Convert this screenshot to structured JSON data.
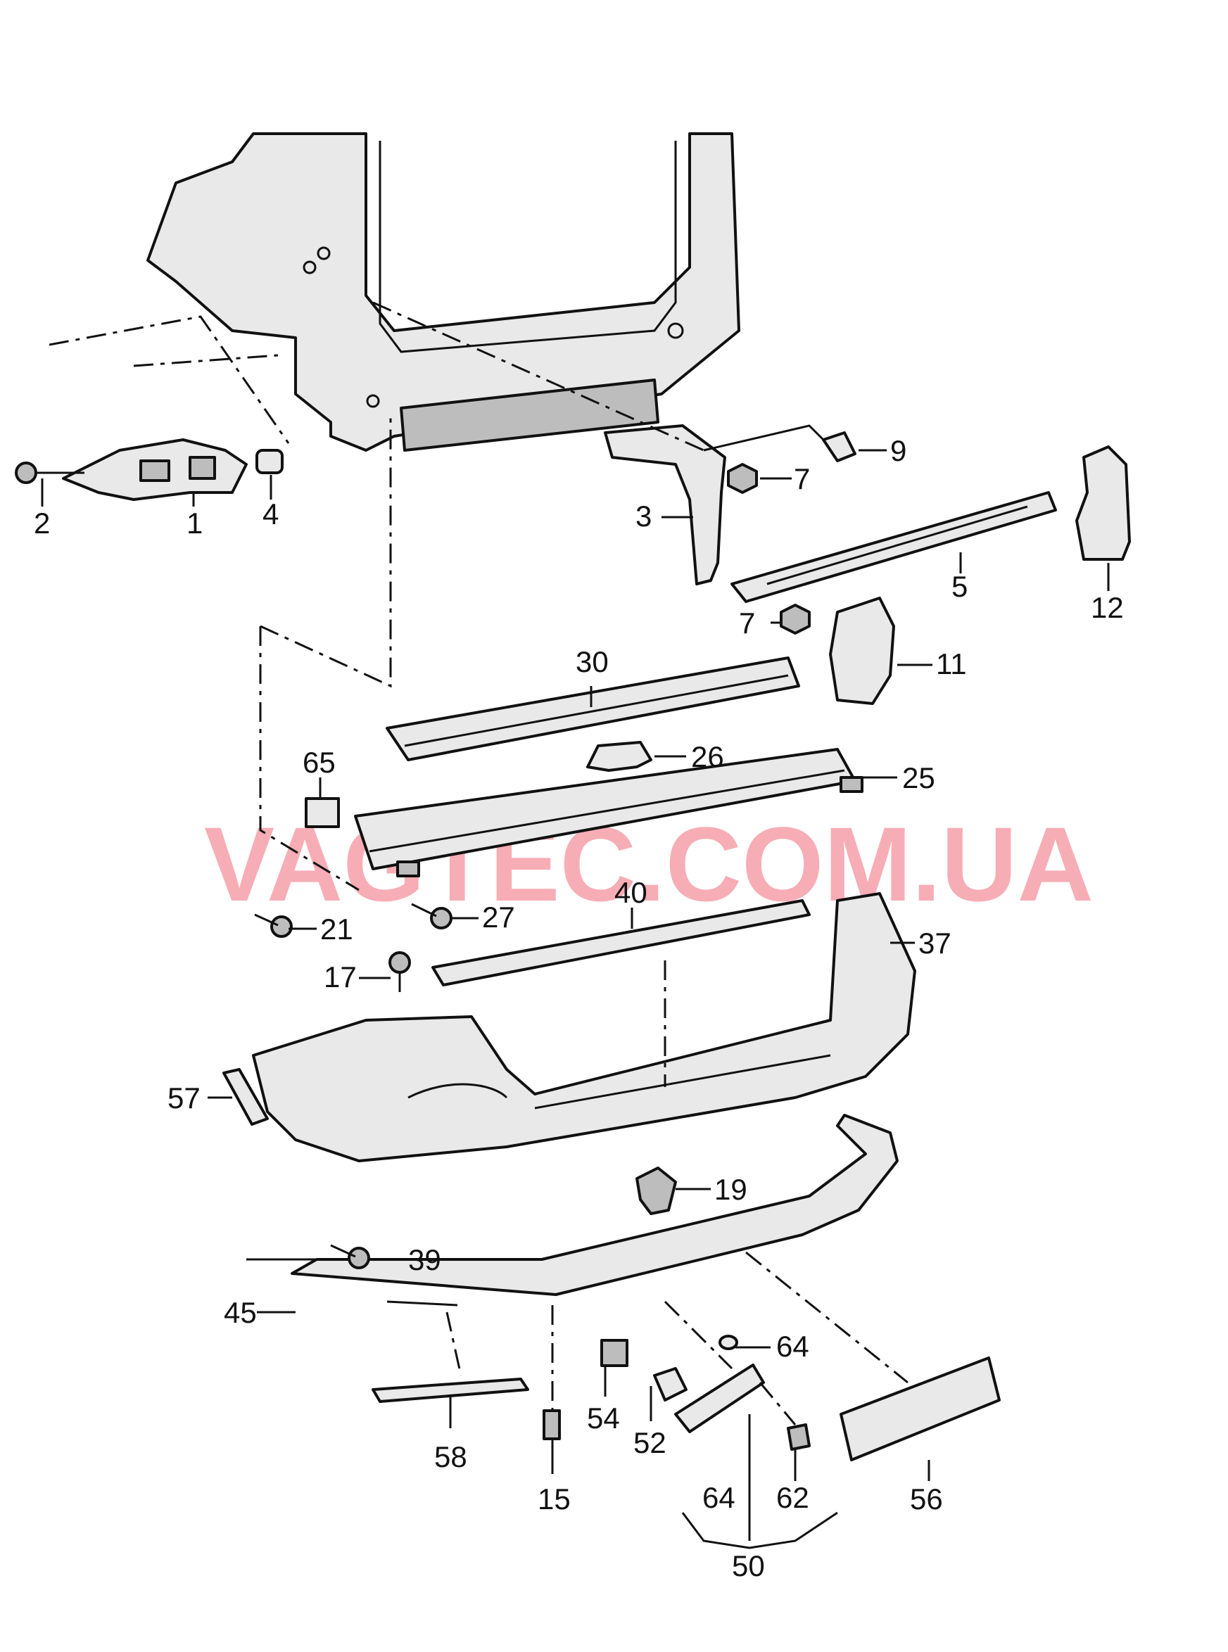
{
  "watermark": "VAGTEC.COM.UA",
  "callouts": {
    "c1": "1",
    "c2": "2",
    "c3": "3",
    "c4": "4",
    "c5": "5",
    "c7a": "7",
    "c7b": "7",
    "c9": "9",
    "c11": "11",
    "c12": "12",
    "c15": "15",
    "c17": "17",
    "c19": "19",
    "c21": "21",
    "c25": "25",
    "c26": "26",
    "c27": "27",
    "c30": "30",
    "c37": "37",
    "c39": "39",
    "c40": "40",
    "c45": "45",
    "c50": "50",
    "c52": "52",
    "c54": "54",
    "c56": "56",
    "c57": "57",
    "c58": "58",
    "c62": "62",
    "c64a": "64",
    "c64b": "64",
    "c65": "65"
  }
}
